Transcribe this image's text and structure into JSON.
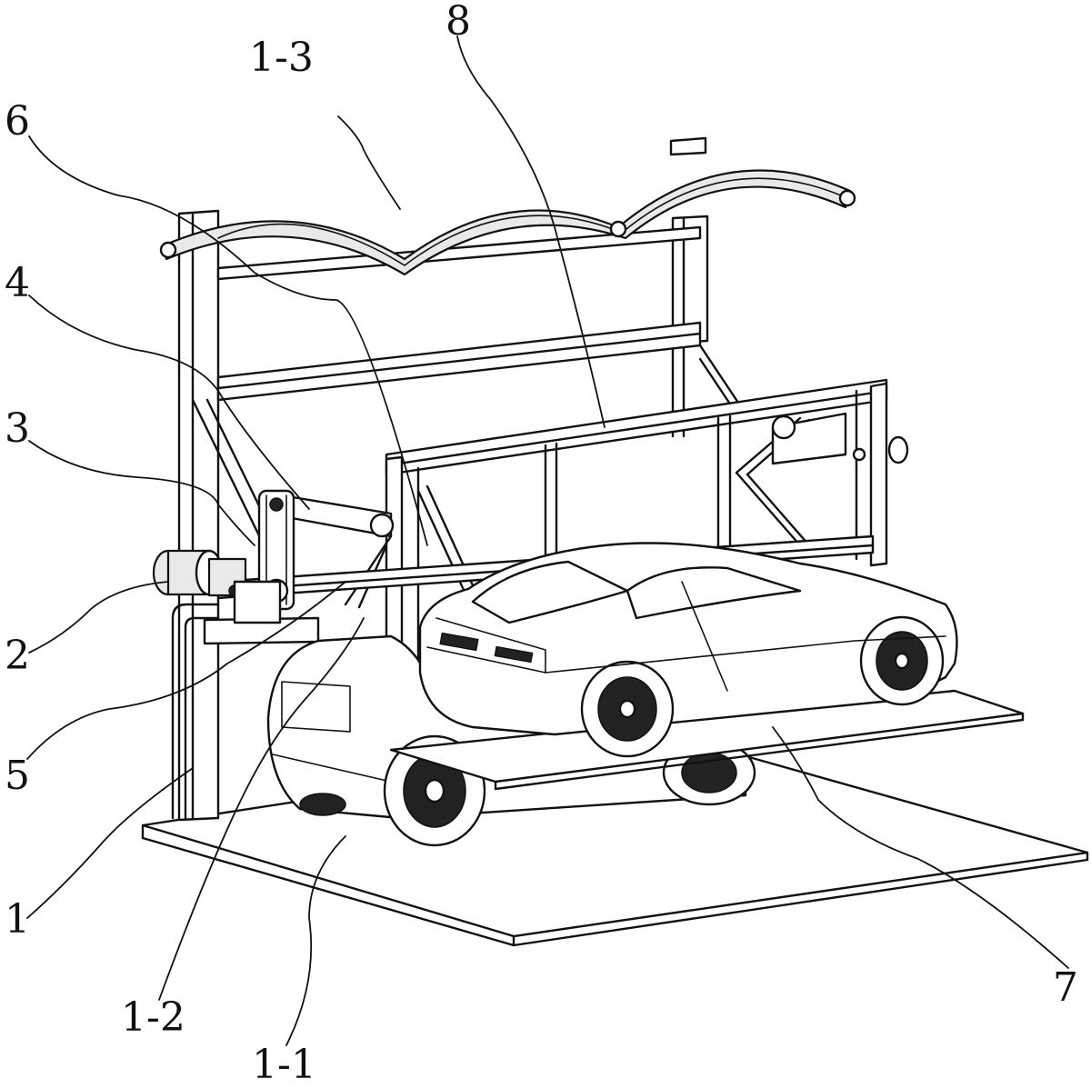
{
  "labels": {
    "l1_3": "1-3",
    "l8": "8",
    "l6": "6",
    "l4": "4",
    "l3": "3",
    "l2": "2",
    "l5": "5",
    "l1": "1",
    "l1_2": "1-2",
    "l1_1": "1-1",
    "l7": "7"
  }
}
